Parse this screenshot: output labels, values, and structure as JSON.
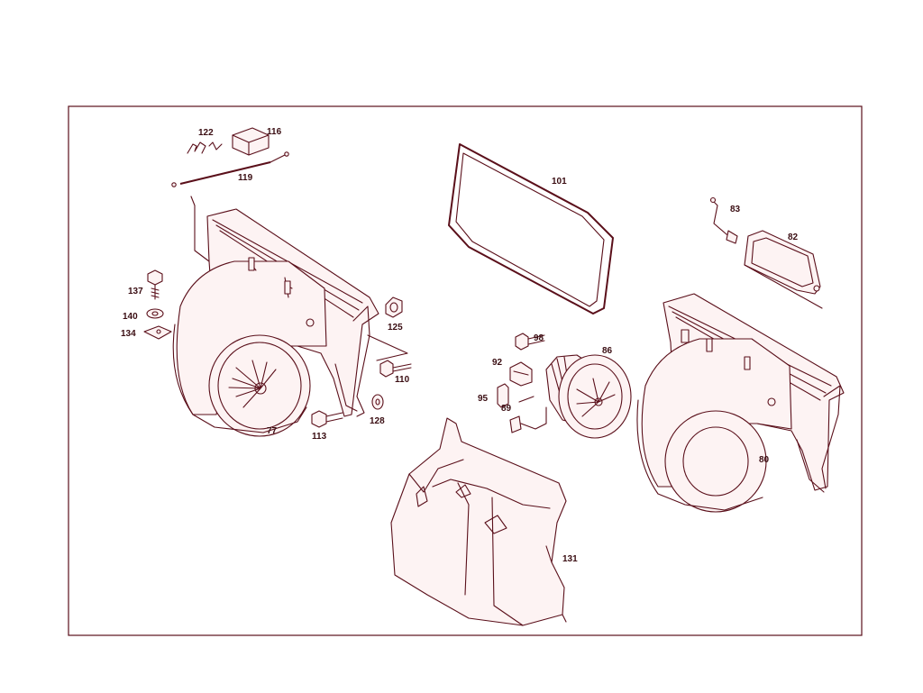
{
  "parts": {
    "p122": "122",
    "p116": "116",
    "p119": "119",
    "p137": "137",
    "p140": "140",
    "p134": "134",
    "p125": "125",
    "p110": "110",
    "p113": "113",
    "p128": "128",
    "p77": "77",
    "p101": "101",
    "p83": "83",
    "p82": "82",
    "p98": "98",
    "p86": "86",
    "p92": "92",
    "p95": "95",
    "p89": "89",
    "p80": "80",
    "p131": "131"
  },
  "colors": {
    "line": "#5a0f1a",
    "frame": "#5a0f1a",
    "background": "#ffffff"
  }
}
